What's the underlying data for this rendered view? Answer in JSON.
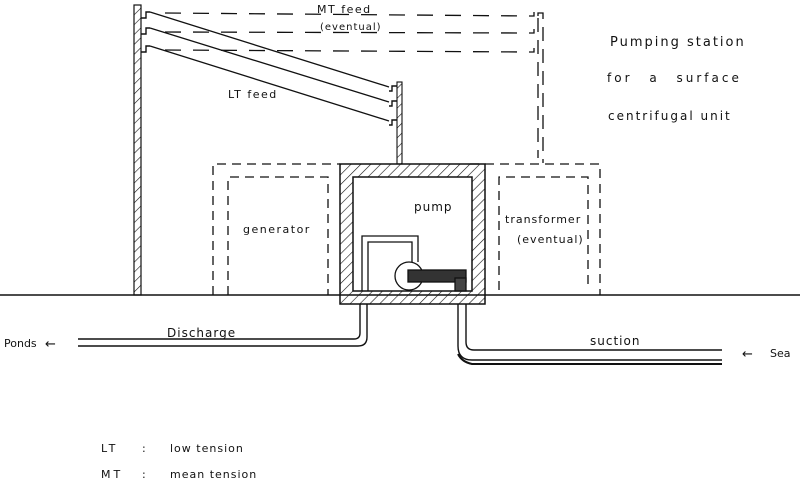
{
  "title": {
    "line1": "Pumping station",
    "line2": "for a surface",
    "line3": "centrifugal unit"
  },
  "feeds": {
    "mt_feed": "MT feed",
    "mt_note": "(eventual)",
    "lt_feed": "LT feed"
  },
  "rooms": {
    "generator": "generator",
    "pump": "pump",
    "transformer": "transformer",
    "transformer_note": "(eventual)"
  },
  "pipes": {
    "discharge": "Discharge",
    "suction": "suction",
    "outlet": "Ponds",
    "inlet": "Sea",
    "arrow_left": "←"
  },
  "legend": [
    {
      "abbr": "LT",
      "sep": ":",
      "meaning": "low tension"
    },
    {
      "abbr": "MT",
      "sep": ":",
      "meaning": "mean tension"
    }
  ],
  "colors": {
    "ink": "#111111",
    "paper": "#ffffff"
  }
}
